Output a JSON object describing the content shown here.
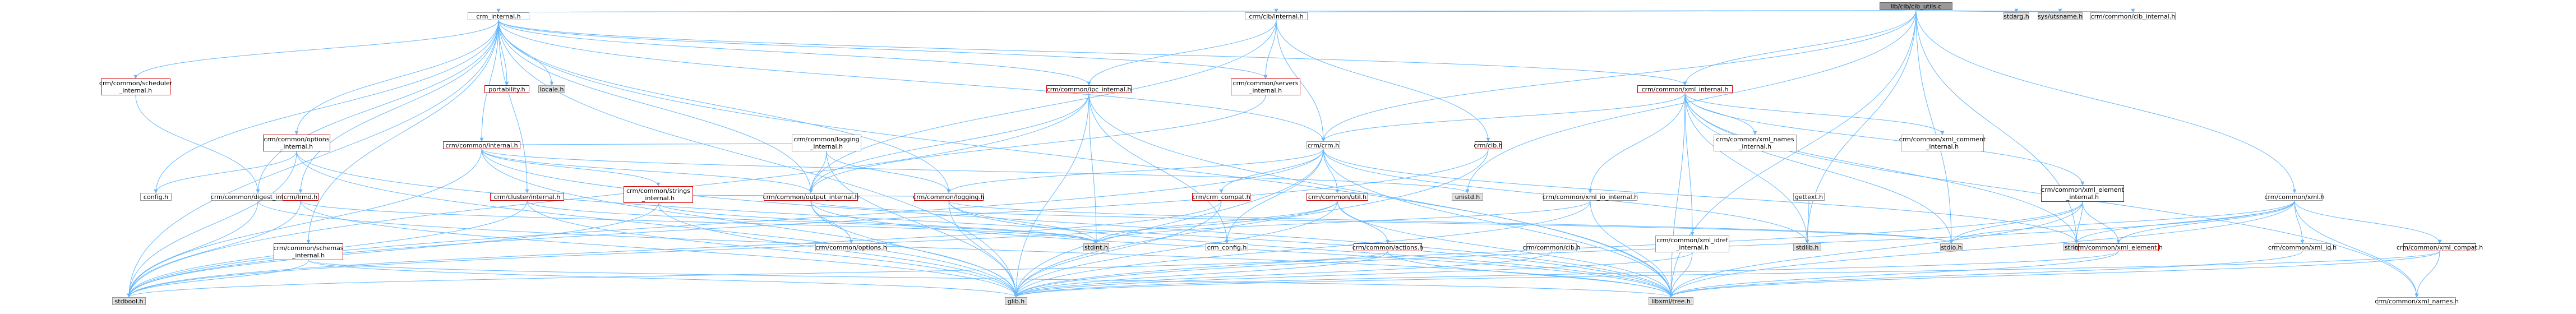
{
  "nodes": [
    {
      "id": "root",
      "label": "lib/cib/cib_utils.c",
      "style": "root"
    },
    {
      "id": "stdarg",
      "label": "stdarg.h",
      "style": "gray"
    },
    {
      "id": "sysutsname",
      "label": "sys/utsname.h",
      "style": "gray"
    },
    {
      "id": "cib_internal_top",
      "label": "crm/common/cib_internal.h",
      "style": "plain"
    },
    {
      "id": "crm_internal",
      "label": "crm_internal.h",
      "style": "plain"
    },
    {
      "id": "crm_cib_internal",
      "label": "crm/cib/internal.h",
      "style": "plain"
    },
    {
      "id": "sched_internal",
      "label": "crm/common/scheduler\n_internal.h",
      "style": "red"
    },
    {
      "id": "portability",
      "label": "portability.h",
      "style": "red"
    },
    {
      "id": "locale",
      "label": "locale.h",
      "style": "gray"
    },
    {
      "id": "ipc_internal",
      "label": "crm/common/ipc_internal.h",
      "style": "red"
    },
    {
      "id": "servers_internal",
      "label": "crm/common/servers\n_internal.h",
      "style": "red"
    },
    {
      "id": "xml_internal",
      "label": "crm/common/xml_internal.h",
      "style": "red"
    },
    {
      "id": "options_internal",
      "label": "crm/common/options\n_internal.h",
      "style": "red"
    },
    {
      "id": "logging_internal",
      "label": "crm/common/logging\n_internal.h",
      "style": "plain"
    },
    {
      "id": "common_internal",
      "label": "crm/common/internal.h",
      "style": "red"
    },
    {
      "id": "crm_h",
      "label": "crm/crm.h",
      "style": "plain"
    },
    {
      "id": "crm_cib_h",
      "label": "crm/cib.h",
      "style": "red"
    },
    {
      "id": "xml_names_internal",
      "label": "crm/common/xml_names\n_internal.h",
      "style": "plain"
    },
    {
      "id": "xml_comment_internal",
      "label": "crm/common/xml_comment\n_internal.h",
      "style": "plain"
    },
    {
      "id": "config",
      "label": "config.h",
      "style": "plain"
    },
    {
      "id": "digest_internal",
      "label": "crm/common/digest_internal.h",
      "style": "plain"
    },
    {
      "id": "lrmd",
      "label": "crm/lrmd.h",
      "style": "red"
    },
    {
      "id": "cluster_internal",
      "label": "crm/cluster/internal.h",
      "style": "red"
    },
    {
      "id": "strings_internal",
      "label": "crm/common/strings\n_internal.h",
      "style": "red"
    },
    {
      "id": "output_internal",
      "label": "crm/common/output_internal.h",
      "style": "red"
    },
    {
      "id": "logging",
      "label": "crm/common/logging.h",
      "style": "red"
    },
    {
      "id": "crm_compat",
      "label": "crm/crm_compat.h",
      "style": "red"
    },
    {
      "id": "util",
      "label": "crm/common/util.h",
      "style": "red"
    },
    {
      "id": "unistd",
      "label": "unistd.h",
      "style": "gray"
    },
    {
      "id": "xml_io_internal",
      "label": "crm/common/xml_io_internal.h",
      "style": "plain"
    },
    {
      "id": "gettext",
      "label": "gettext.h",
      "style": "plain"
    },
    {
      "id": "xml_element_internal",
      "label": "crm/common/xml_element\n_internal.h",
      "style": "red"
    },
    {
      "id": "common_xml",
      "label": "crm/common/xml.h",
      "style": "plain"
    },
    {
      "id": "schemas_internal",
      "label": "crm/common/schemas\n_internal.h",
      "style": "red"
    },
    {
      "id": "options",
      "label": "crm/common/options.h",
      "style": "plain"
    },
    {
      "id": "stdint",
      "label": "stdint.h",
      "style": "gray"
    },
    {
      "id": "crm_config",
      "label": "crm_config.h",
      "style": "plain"
    },
    {
      "id": "actions",
      "label": "crm/common/actions.h",
      "style": "red"
    },
    {
      "id": "common_cib",
      "label": "crm/common/cib.h",
      "style": "plain"
    },
    {
      "id": "xml_idref_internal",
      "label": "crm/common/xml_idref\n_internal.h",
      "style": "plain"
    },
    {
      "id": "stdlib",
      "label": "stdlib.h",
      "style": "gray"
    },
    {
      "id": "stdio",
      "label": "stdio.h",
      "style": "gray"
    },
    {
      "id": "string",
      "label": "string.h",
      "style": "gray"
    },
    {
      "id": "xml_element",
      "label": "crm/common/xml_element.h",
      "style": "red"
    },
    {
      "id": "xml_io",
      "label": "crm/common/xml_io.h",
      "style": "plain"
    },
    {
      "id": "xml_compat",
      "label": "crm/common/xml_compat.h",
      "style": "red"
    },
    {
      "id": "stdbool",
      "label": "stdbool.h",
      "style": "gray"
    },
    {
      "id": "glib",
      "label": "glib.h",
      "style": "gray"
    },
    {
      "id": "libxml_tree",
      "label": "libxml/tree.h",
      "style": "gray"
    },
    {
      "id": "xml_names",
      "label": "crm/common/xml_names.h",
      "style": "plain"
    }
  ],
  "edges": [
    [
      "root",
      "stdarg"
    ],
    [
      "root",
      "sysutsname"
    ],
    [
      "root",
      "cib_internal_top"
    ],
    [
      "root",
      "crm_internal"
    ],
    [
      "root",
      "crm_cib_internal"
    ],
    [
      "root",
      "xml_internal"
    ],
    [
      "root",
      "crm_h"
    ],
    [
      "root",
      "common_xml"
    ],
    [
      "root",
      "unistd"
    ],
    [
      "root",
      "stdlib"
    ],
    [
      "root",
      "stdio"
    ],
    [
      "root",
      "string"
    ],
    [
      "root",
      "libxml_tree"
    ],
    [
      "crm_internal",
      "sched_internal"
    ],
    [
      "crm_internal",
      "portability"
    ],
    [
      "crm_internal",
      "locale"
    ],
    [
      "crm_internal",
      "ipc_internal"
    ],
    [
      "crm_internal",
      "servers_internal"
    ],
    [
      "crm_internal",
      "xml_internal"
    ],
    [
      "crm_internal",
      "options_internal"
    ],
    [
      "crm_internal",
      "common_internal"
    ],
    [
      "crm_internal",
      "config"
    ],
    [
      "crm_internal",
      "digest_internal"
    ],
    [
      "crm_internal",
      "lrmd"
    ],
    [
      "crm_internal",
      "cluster_internal"
    ],
    [
      "crm_internal",
      "output_internal"
    ],
    [
      "crm_internal",
      "logging"
    ],
    [
      "crm_internal",
      "schemas_internal"
    ],
    [
      "crm_internal",
      "stdbool"
    ],
    [
      "crm_internal",
      "glib"
    ],
    [
      "crm_internal",
      "libxml_tree"
    ],
    [
      "crm_internal",
      "crm_h"
    ],
    [
      "crm_cib_internal",
      "ipc_internal"
    ],
    [
      "crm_cib_internal",
      "servers_internal"
    ],
    [
      "crm_cib_internal",
      "crm_cib_h"
    ],
    [
      "crm_cib_internal",
      "output_internal"
    ],
    [
      "crm_cib_internal",
      "crm_h"
    ],
    [
      "sched_internal",
      "digest_internal"
    ],
    [
      "ipc_internal",
      "stdint"
    ],
    [
      "ipc_internal",
      "crm_config"
    ],
    [
      "ipc_internal",
      "glib"
    ],
    [
      "ipc_internal",
      "output_internal"
    ],
    [
      "ipc_internal",
      "libxml_tree"
    ],
    [
      "ipc_internal",
      "stdbool"
    ],
    [
      "servers_internal",
      "output_internal"
    ],
    [
      "xml_internal",
      "crm_h"
    ],
    [
      "xml_internal",
      "xml_names_internal"
    ],
    [
      "xml_internal",
      "xml_comment_internal"
    ],
    [
      "xml_internal",
      "xml_io_internal"
    ],
    [
      "xml_internal",
      "xml_element_internal"
    ],
    [
      "xml_internal",
      "xml_idref_internal"
    ],
    [
      "xml_internal",
      "stdlib"
    ],
    [
      "xml_internal",
      "stdio"
    ],
    [
      "xml_internal",
      "string"
    ],
    [
      "xml_internal",
      "libxml_tree"
    ],
    [
      "xml_internal",
      "xml_names"
    ],
    [
      "options_internal",
      "config"
    ],
    [
      "options_internal",
      "stdbool"
    ],
    [
      "options_internal",
      "glib"
    ],
    [
      "options_internal",
      "libxml_tree"
    ],
    [
      "logging_internal",
      "glib"
    ],
    [
      "logging_internal",
      "logging"
    ],
    [
      "logging_internal",
      "output_internal"
    ],
    [
      "common_internal",
      "logging_internal"
    ],
    [
      "common_internal",
      "strings_internal"
    ],
    [
      "common_internal",
      "output_internal"
    ],
    [
      "common_internal",
      "stdbool"
    ],
    [
      "common_internal",
      "glib"
    ],
    [
      "common_internal",
      "libxml_tree"
    ],
    [
      "common_internal",
      "unistd"
    ],
    [
      "crm_h",
      "crm_config"
    ],
    [
      "crm_h",
      "stdlib"
    ],
    [
      "crm_h",
      "glib"
    ],
    [
      "crm_h",
      "stdbool"
    ],
    [
      "crm_h",
      "logging"
    ],
    [
      "crm_h",
      "crm_compat"
    ],
    [
      "crm_h",
      "util"
    ],
    [
      "crm_h",
      "libxml_tree"
    ],
    [
      "crm_h",
      "string"
    ],
    [
      "crm_cib_h",
      "glib"
    ],
    [
      "crm_cib_h",
      "stdbool"
    ],
    [
      "digest_internal",
      "stdbool"
    ],
    [
      "digest_internal",
      "libxml_tree"
    ],
    [
      "lrmd",
      "stdbool"
    ],
    [
      "lrmd",
      "glib"
    ],
    [
      "lrmd",
      "stdint"
    ],
    [
      "cluster_internal",
      "stdint"
    ],
    [
      "cluster_internal",
      "glib"
    ],
    [
      "cluster_internal",
      "stdbool"
    ],
    [
      "strings_internal",
      "glib"
    ],
    [
      "strings_internal",
      "stdint"
    ],
    [
      "strings_internal",
      "stdbool"
    ],
    [
      "output_internal",
      "stdio"
    ],
    [
      "output_internal",
      "libxml_tree"
    ],
    [
      "output_internal",
      "glib"
    ],
    [
      "output_internal",
      "options"
    ],
    [
      "logging",
      "stdio"
    ],
    [
      "logging",
      "glib"
    ],
    [
      "logging",
      "libxml_tree"
    ],
    [
      "logging",
      "stdint"
    ],
    [
      "logging",
      "strings_internal"
    ],
    [
      "crm_compat",
      "glib"
    ],
    [
      "crm_compat",
      "stdbool"
    ],
    [
      "util",
      "stdint"
    ],
    [
      "util",
      "glib"
    ],
    [
      "util",
      "libxml_tree"
    ],
    [
      "util",
      "actions"
    ],
    [
      "util",
      "stdbool"
    ],
    [
      "xml_io_internal",
      "stdint"
    ],
    [
      "xml_io_internal",
      "libxml_tree"
    ],
    [
      "xml_io_internal",
      "glib"
    ],
    [
      "xml_element_internal",
      "xml_element"
    ],
    [
      "xml_element_internal",
      "stdio"
    ],
    [
      "xml_element_internal",
      "string"
    ],
    [
      "xml_element_internal",
      "libxml_tree"
    ],
    [
      "xml_element_internal",
      "glib"
    ],
    [
      "common_xml",
      "xml_element"
    ],
    [
      "common_xml",
      "xml_io"
    ],
    [
      "common_xml",
      "xml_compat"
    ],
    [
      "common_xml",
      "xml_names"
    ],
    [
      "common_xml",
      "stdio"
    ],
    [
      "common_xml",
      "string"
    ],
    [
      "common_xml",
      "libxml_tree"
    ],
    [
      "common_xml",
      "glib"
    ],
    [
      "schemas_internal",
      "glib"
    ],
    [
      "schemas_internal",
      "libxml_tree"
    ],
    [
      "schemas_internal",
      "stdbool"
    ],
    [
      "actions",
      "stdbool"
    ],
    [
      "actions",
      "glib"
    ],
    [
      "actions",
      "libxml_tree"
    ],
    [
      "common_cib",
      "glib"
    ],
    [
      "xml_idref_internal",
      "glib"
    ],
    [
      "xml_idref_internal",
      "libxml_tree"
    ],
    [
      "xml_element",
      "glib"
    ],
    [
      "xml_element",
      "libxml_tree"
    ],
    [
      "xml_io",
      "libxml_tree"
    ],
    [
      "xml_compat",
      "glib"
    ],
    [
      "xml_compat",
      "libxml_tree"
    ],
    [
      "xml_compat",
      "xml_names"
    ],
    [
      "gettext",
      "stdlib"
    ]
  ]
}
